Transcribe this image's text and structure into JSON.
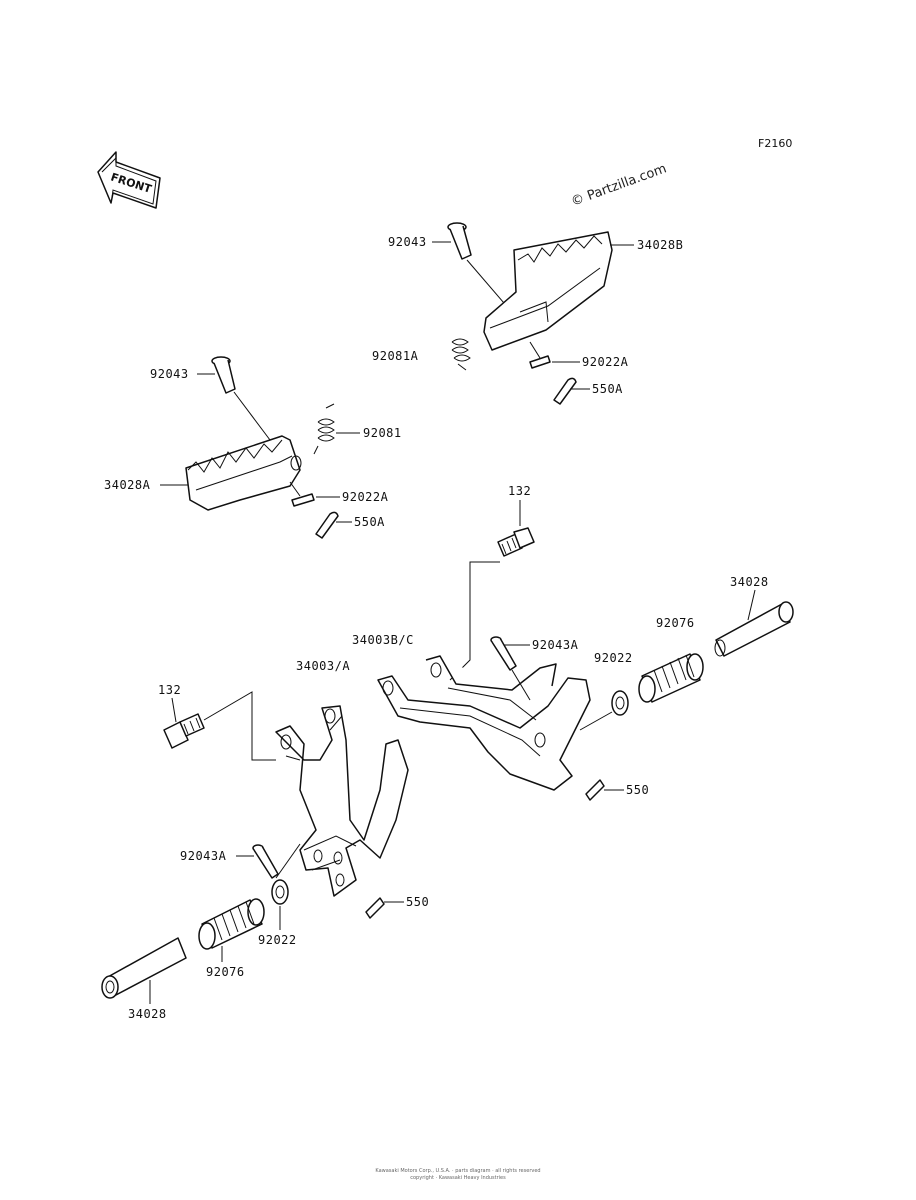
{
  "figure_code": "F2160",
  "watermark": "© Partzilla.com",
  "front_badge": "FRONT",
  "footer_line1": "Kawasaki Motors Corp., U.S.A. · parts diagram · all rights reserved",
  "footer_line2": "copyright · Kawasaki Heavy Industries",
  "labels": {
    "pin_r": "92043",
    "step_r": "34028B",
    "spring_r": "92081A",
    "pin2_r": "92022A",
    "cotter_r": "550A",
    "pin_l": "92043",
    "spring_l": "92081",
    "step_l": "34028A",
    "pin2_l": "92022A",
    "cotter_l": "550A",
    "bolt_r": "132",
    "bracket_r": "34003B/C",
    "bracket_l": "34003/A",
    "pinA_r": "92043A",
    "washer_r": "92022",
    "rubber_r": "92076",
    "peg_r": "34028",
    "cotter2_r": "550",
    "bolt_l": "132",
    "pinA_l": "92043A",
    "cotter2_l": "550",
    "washer_l": "92022",
    "rubber_l": "92076",
    "peg_l": "34028"
  }
}
